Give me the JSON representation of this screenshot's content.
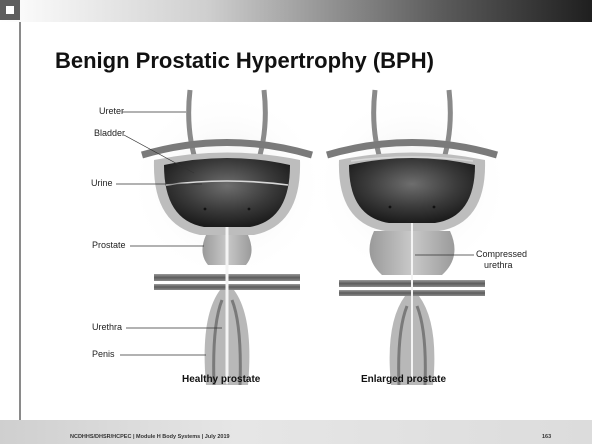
{
  "slide": {
    "title": "Benign Prostatic Hypertrophy (BPH)"
  },
  "figure": {
    "labels": {
      "ureter": "Ureter",
      "bladder": "Bladder",
      "urine": "Urine",
      "prostate": "Prostate",
      "urethra": "Urethra",
      "penis": "Penis",
      "compressed_line1": "Compressed",
      "compressed_line2": "urethra"
    },
    "captions": {
      "healthy": "Healthy prostate",
      "enlarged": "Enlarged prostate"
    }
  },
  "footer": {
    "text": "NCDHHS/DHSR/HCPEC | Module H Body Systems | July 2019",
    "page": "163"
  }
}
